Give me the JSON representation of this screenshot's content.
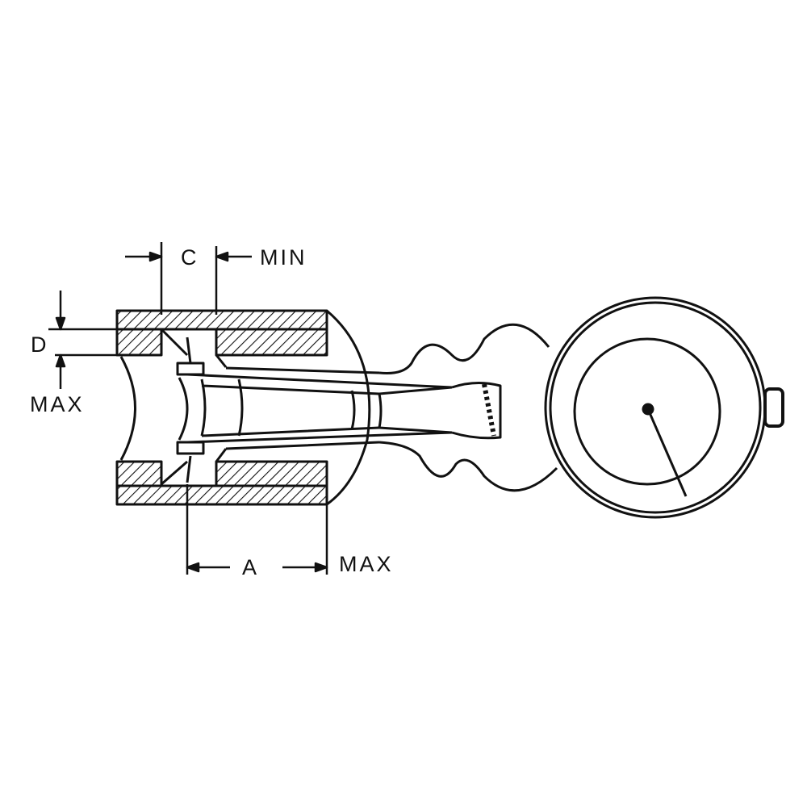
{
  "labels": {
    "c": "C",
    "c_limit": "MIN",
    "d": "D",
    "d_limit": "MAX",
    "a": "A",
    "a_limit": "MAX"
  },
  "colors": {
    "ink": "#111111",
    "background": "#ffffff"
  }
}
